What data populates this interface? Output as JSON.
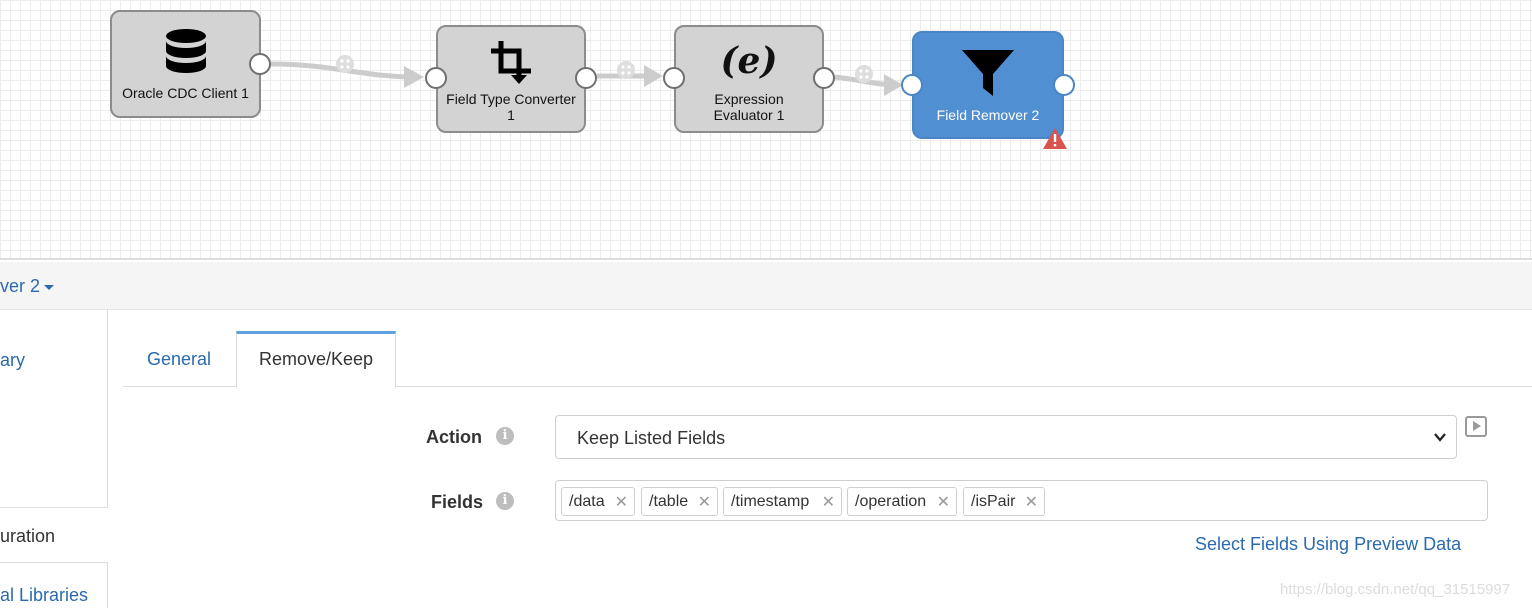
{
  "pipeline": {
    "nodes": [
      {
        "label": "Oracle CDC Client 1",
        "icon": "database-icon"
      },
      {
        "label": "Field Type Converter 1",
        "icon": "crop-convert-icon"
      },
      {
        "label": "Expression Evaluator 1",
        "icon": "expression-icon",
        "glyph": "(e)"
      },
      {
        "label": "Field Remover 2",
        "icon": "funnel-icon",
        "selected": true,
        "warning": true
      }
    ],
    "link_icon": "eye-link-icon"
  },
  "breadcrumb": {
    "label": "ver 2"
  },
  "left_nav": {
    "items": [
      {
        "label": "ary"
      },
      {
        "label": "uration"
      },
      {
        "label": "al Libraries"
      }
    ]
  },
  "tabs": [
    {
      "label": "General",
      "active": false
    },
    {
      "label": "Remove/Keep",
      "active": true
    }
  ],
  "form": {
    "action": {
      "label": "Action",
      "value": "Keep Listed Fields"
    },
    "fields": {
      "label": "Fields",
      "values": [
        "/data",
        "/table",
        "/timestamp",
        "/operation",
        "/isPair"
      ]
    },
    "select_preview_link": "Select Fields Using Preview Data"
  },
  "watermark": "https://blog.csdn.net/qq_31515997",
  "colors": {
    "accent": "#2a6aad",
    "selected_node": "#4f8fd2",
    "node": "#d3d3d3",
    "warning": "#d9534f",
    "tab_highlight": "#5ea0de"
  }
}
